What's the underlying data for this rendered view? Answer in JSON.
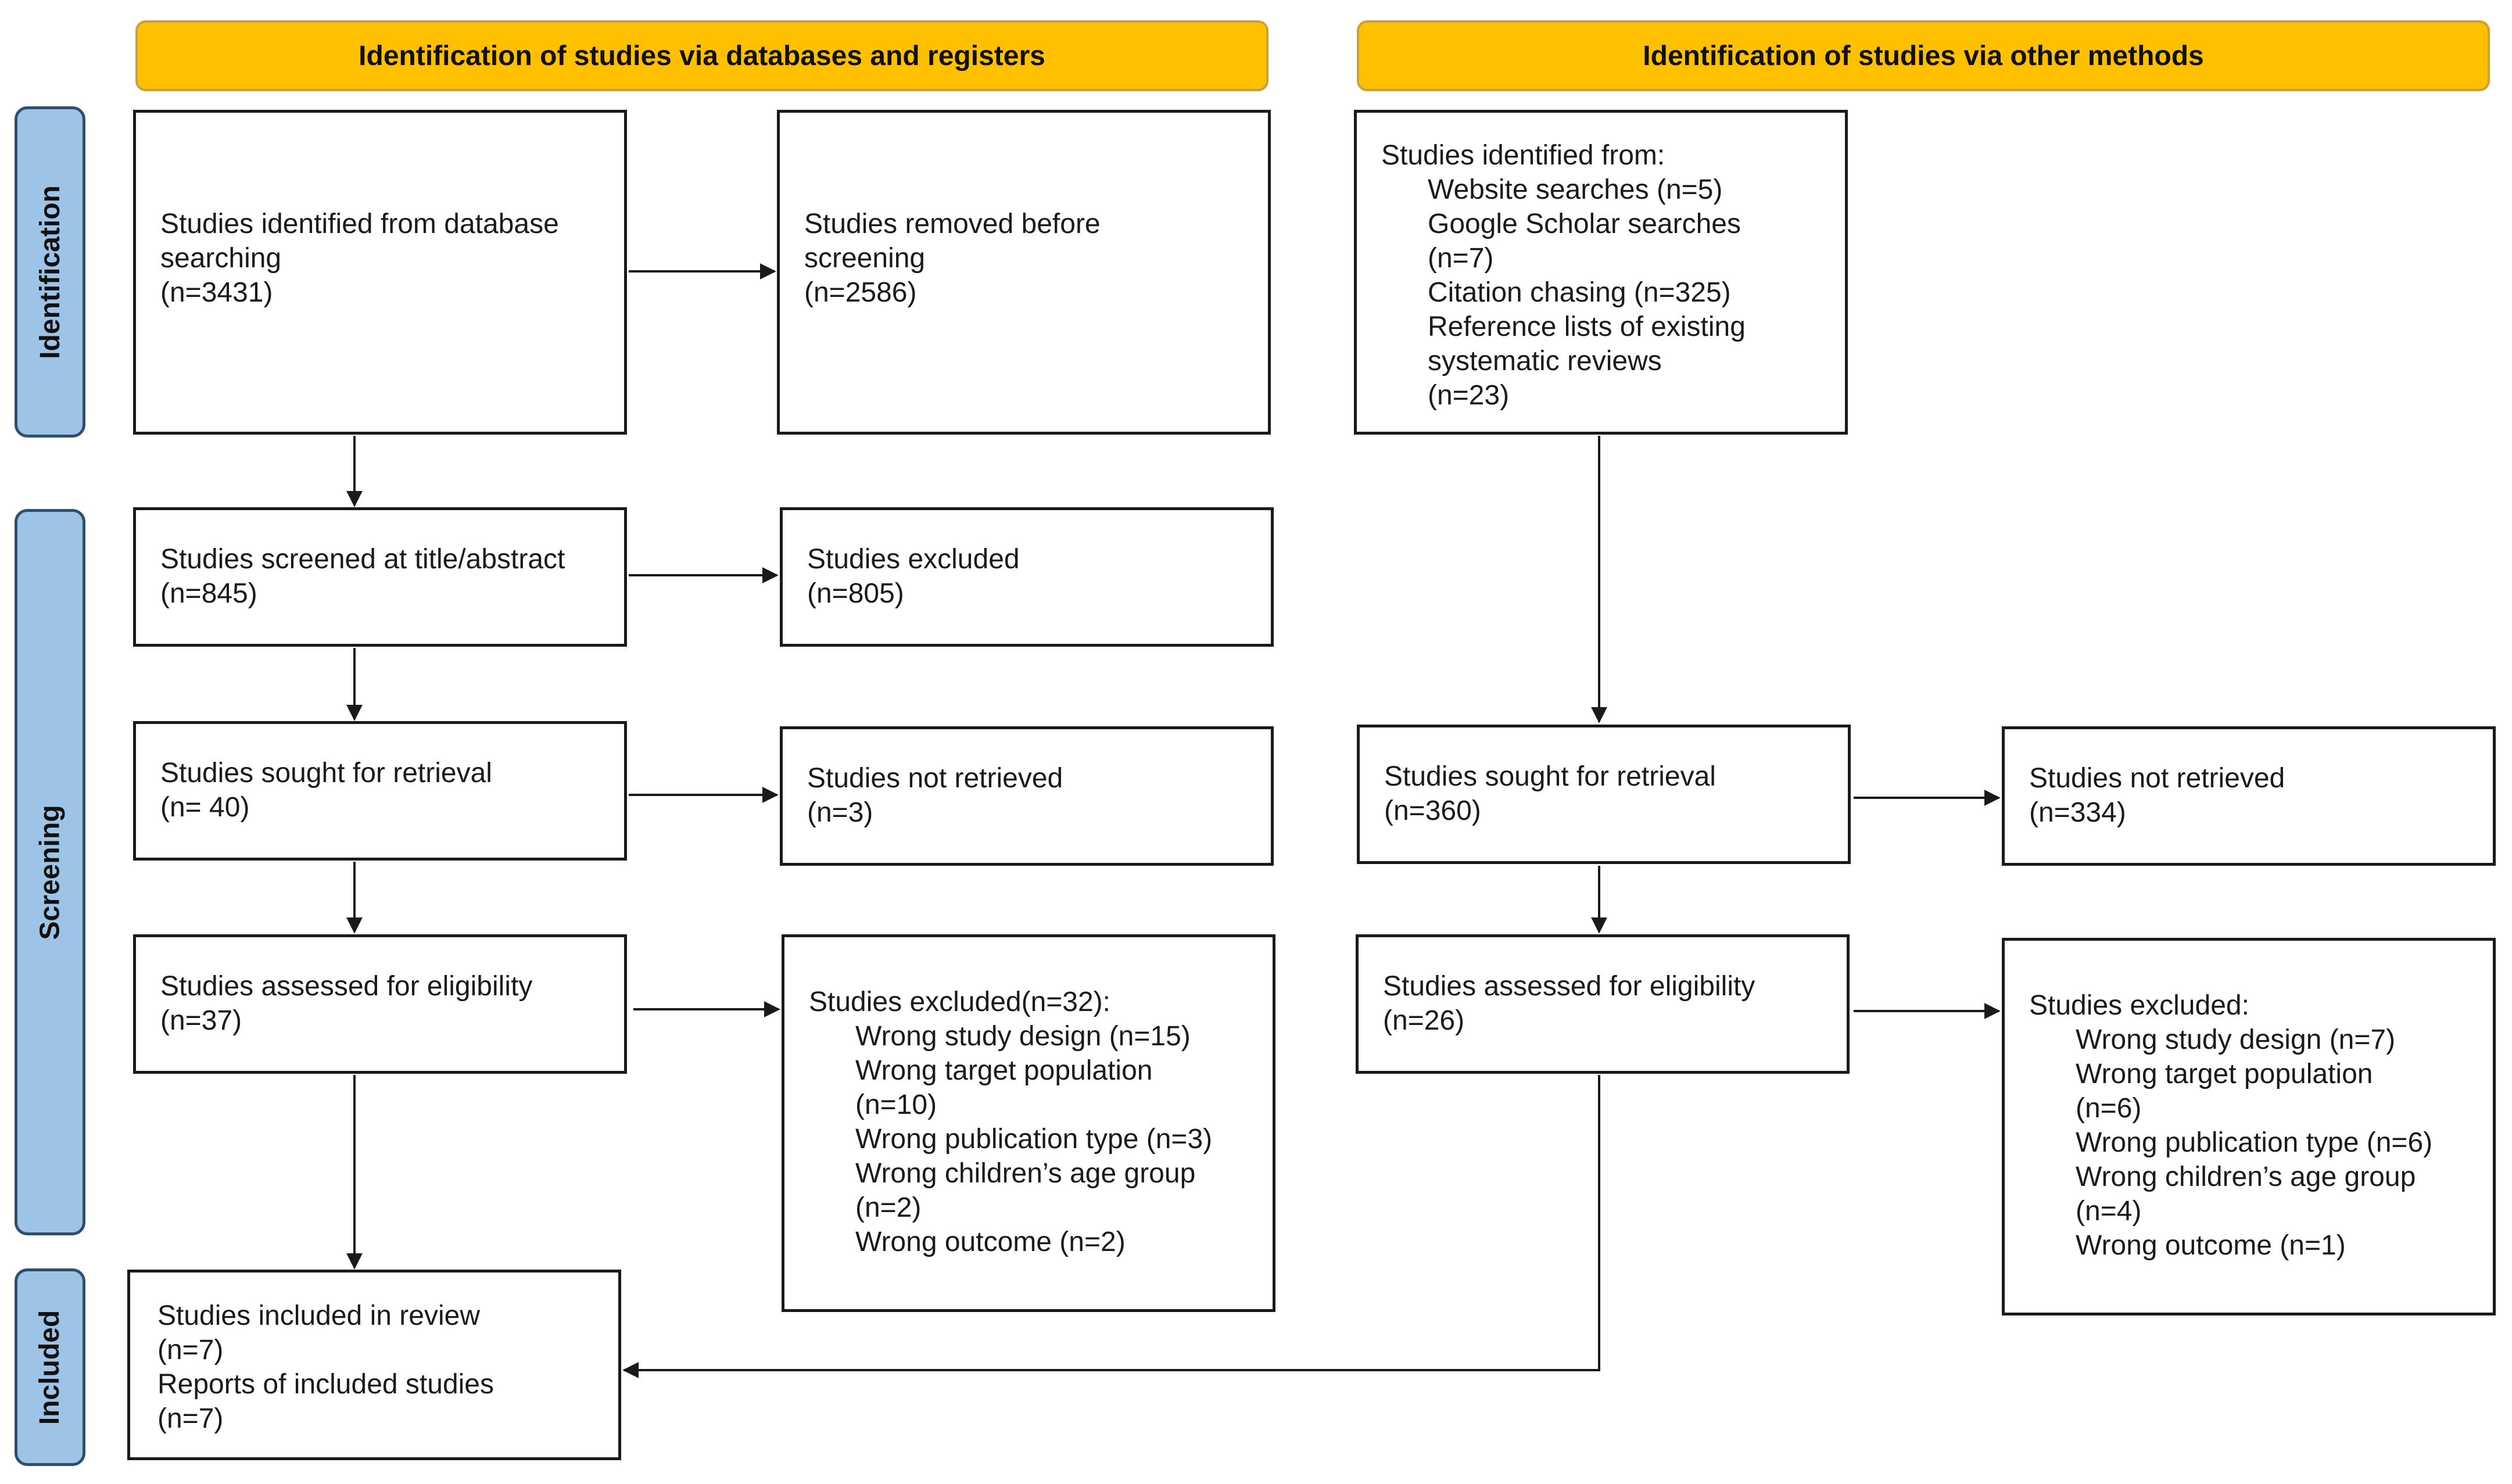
{
  "headers": {
    "databases": "Identification of studies via databases and registers",
    "other": "Identification of studies via other methods"
  },
  "phases": {
    "identification": "Identification",
    "screening": "Screening",
    "included": "Included"
  },
  "boxes": {
    "db_identified": [
      "Studies identified from database",
      "searching",
      "(n=3431)"
    ],
    "db_removed": [
      "Studies removed before",
      "screening",
      "(n=2586)"
    ],
    "other_identified": {
      "title": "Studies identified from:",
      "items": [
        "Website searches (n=5)",
        "Google Scholar searches",
        "(n=7)",
        "Citation chasing (n=325)",
        "Reference lists of existing",
        "systematic reviews",
        "(n=23)"
      ]
    },
    "db_screened": [
      "Studies screened at title/abstract",
      "(n=845)"
    ],
    "db_excluded": [
      "Studies excluded",
      "(n=805)"
    ],
    "db_sought": [
      "Studies sought for retrieval",
      "(n= 40)"
    ],
    "db_not_retrieved": [
      "Studies not retrieved",
      "(n=3)"
    ],
    "other_sought": [
      "Studies sought for retrieval",
      "(n=360)"
    ],
    "other_not_retrieved": [
      "Studies not retrieved",
      "(n=334)"
    ],
    "db_assessed": [
      "Studies assessed for eligibility",
      "(n=37)"
    ],
    "db_excluded_reasons": {
      "title": "Studies excluded(n=32):",
      "items": [
        "Wrong study design (n=15)",
        "Wrong target population",
        "(n=10)",
        "Wrong publication type (n=3)",
        "Wrong children’s age group",
        "(n=2)",
        "Wrong outcome (n=2)"
      ]
    },
    "other_assessed": [
      "Studies assessed for eligibility",
      "(n=26)"
    ],
    "other_excluded_reasons": {
      "title": "Studies excluded:",
      "items": [
        "Wrong study design (n=7)",
        "Wrong target population",
        "(n=6)",
        "Wrong publication type (n=6)",
        "Wrong children’s age group",
        "(n=4)",
        "Wrong outcome (n=1)"
      ]
    },
    "included": [
      "Studies included in review",
      "(n=7)",
      "Reports of included studies",
      "(n=7)"
    ]
  }
}
